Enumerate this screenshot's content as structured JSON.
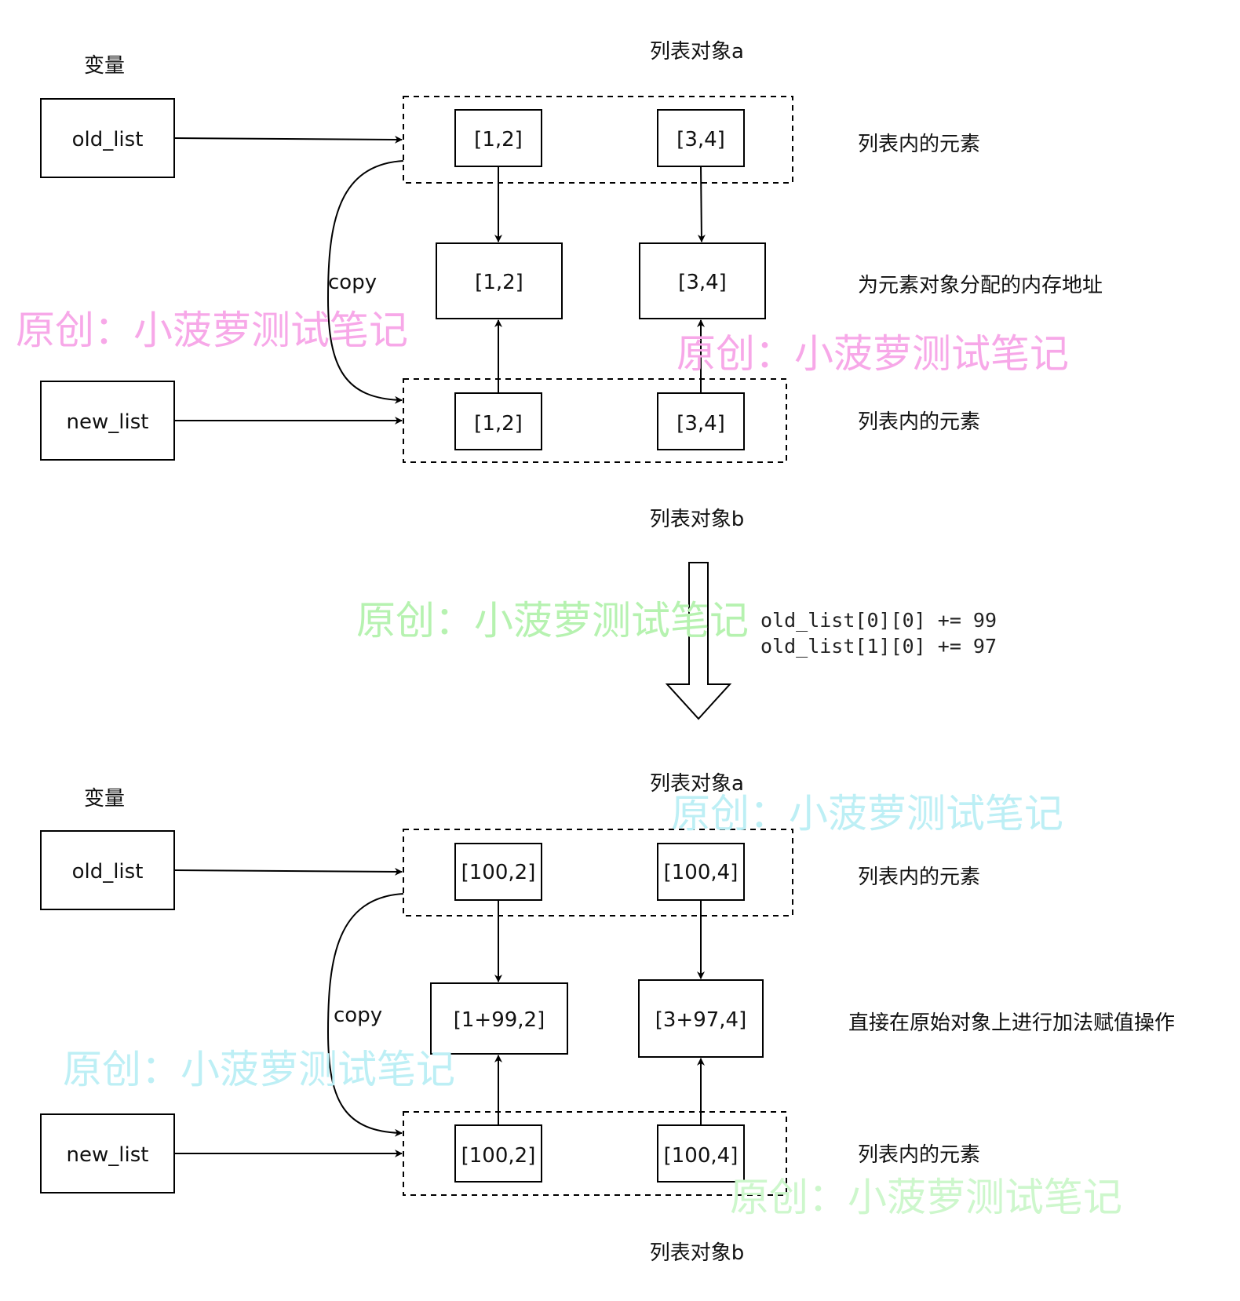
{
  "top": {
    "var_header": "变量",
    "list_a_label": "列表对象a",
    "list_b_label": "列表对象b",
    "old_list": "old_list",
    "new_list": "new_list",
    "copy_label": "copy",
    "a_elem_1": "[1,2]",
    "a_elem_2": "[3,4]",
    "mem_1": "[1,2]",
    "mem_2": "[3,4]",
    "b_elem_1": "[1,2]",
    "b_elem_2": "[3,4]",
    "label_a_elements": "列表内的元素",
    "label_memory": "为元素对象分配的内存地址",
    "label_b_elements": "列表内的元素"
  },
  "code": {
    "line1": "old_list[0][0] += 99",
    "line2": "old_list[1][0] += 97"
  },
  "bottom": {
    "var_header": "变量",
    "list_a_label": "列表对象a",
    "list_b_label": "列表对象b",
    "old_list": "old_list",
    "new_list": "new_list",
    "copy_label": "copy",
    "a_elem_1": "[100,2]",
    "a_elem_2": "[100,4]",
    "mem_1": "[1+99,2]",
    "mem_2": "[3+97,4]",
    "b_elem_1": "[100,2]",
    "b_elem_2": "[100,4]",
    "label_a_elements": "列表内的元素",
    "label_memory": "直接在原始对象上进行加法赋值操作",
    "label_b_elements": "列表内的元素"
  },
  "watermarks": {
    "wm1": "原创：小菠萝测试笔记",
    "wm2": "原创：小菠萝测试笔记",
    "wm3": "原创：小菠萝测试笔记",
    "wm4": "原创：小菠萝测试笔记",
    "wm5": "原创：小菠萝测试笔记",
    "wm6": "原创：小菠萝测试笔记"
  },
  "colors": {
    "wm_pink": "#f7a8e8",
    "wm_green": "#b6f2b0",
    "wm_cyan": "#bdeff5",
    "wm_lightgreen": "#cdf7cc"
  }
}
